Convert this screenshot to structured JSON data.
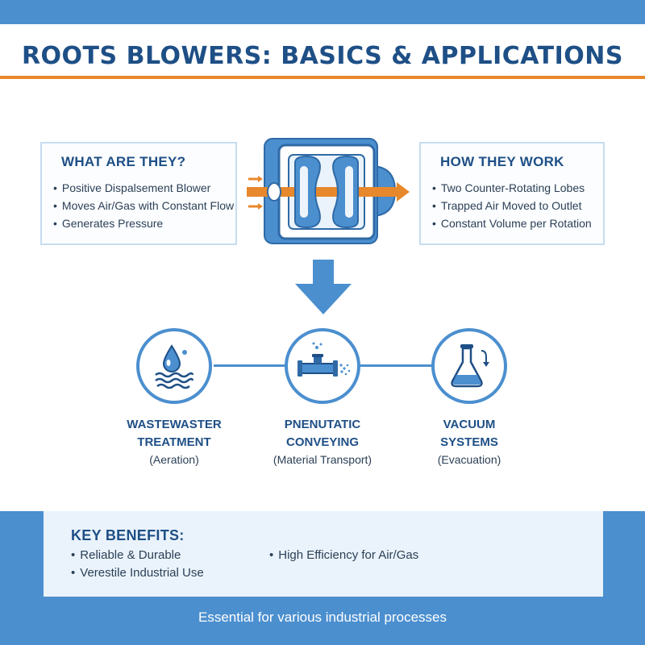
{
  "header": {
    "title": "ROOTS BLOWERS: BASICS & APPLICATIONS"
  },
  "what": {
    "heading": "WHAT ARE THEY?",
    "items": [
      "Positive Dispalsement Blower",
      "Moves Air/Gas with Constant Flow",
      "Generates Pressure"
    ]
  },
  "how": {
    "heading": "HOW THEY WORK",
    "items": [
      "Two Counter-Rotating Lobes",
      "Trapped Air Moved to Outlet",
      "Constant Volume per Rotation"
    ]
  },
  "applications": [
    {
      "icon": "water-drop-icon",
      "line1": "WASTEWASTER",
      "line2": "TREATMENT",
      "sub": "(Aeration)"
    },
    {
      "icon": "pipe-conveying-icon",
      "line1": "PNENUTATIC",
      "line2": "CONVEYING",
      "sub": "(Material Transport)"
    },
    {
      "icon": "flask-icon",
      "line1": "VACUUM",
      "line2": "SYSTEMS",
      "sub": "(Evacuation)"
    }
  ],
  "benefits": {
    "heading": "KEY BENEFITS:",
    "items": [
      "Reliable & Durable",
      "Verestile Industrial Use",
      "High Efficiency for Air/Gas"
    ]
  },
  "footer": {
    "text": "Essential for various industrial processes"
  },
  "colors": {
    "primary": "#4b8fcf",
    "accent": "#e8882c",
    "navy": "#1e4f86",
    "light": "#eaf3fb"
  }
}
